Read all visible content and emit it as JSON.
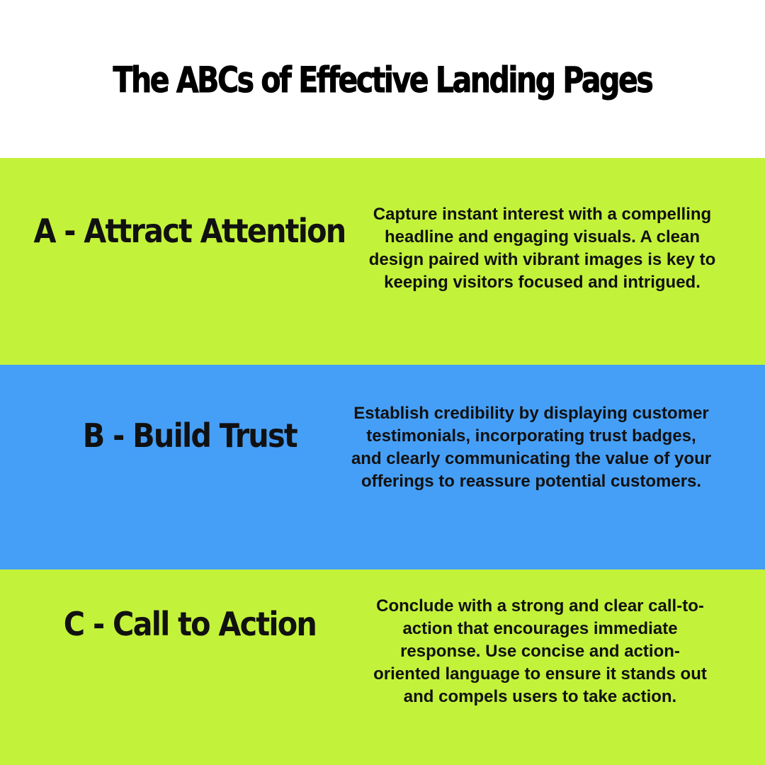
{
  "title": "The ABCs of Effective Landing Pages",
  "colors": {
    "background": "#ffffff",
    "green_band": "#c3f23a",
    "blue_band": "#469ff7",
    "text": "#111111"
  },
  "sections": [
    {
      "heading": "A - Attract Attention",
      "description": "Capture instant interest with a compelling headline and engaging visuals. A clean design paired with vibrant images is key to keeping visitors focused and intrigued."
    },
    {
      "heading": "B - Build Trust",
      "description": "Establish credibility by displaying customer testimonials, incorporating trust badges, and clearly communicating the value of your offerings to reassure potential customers."
    },
    {
      "heading": "C - Call to Action",
      "description": "Conclude with a strong and clear call-to-action that encourages immediate response. Use concise and action-oriented language to ensure it stands out and compels users to take action."
    }
  ]
}
